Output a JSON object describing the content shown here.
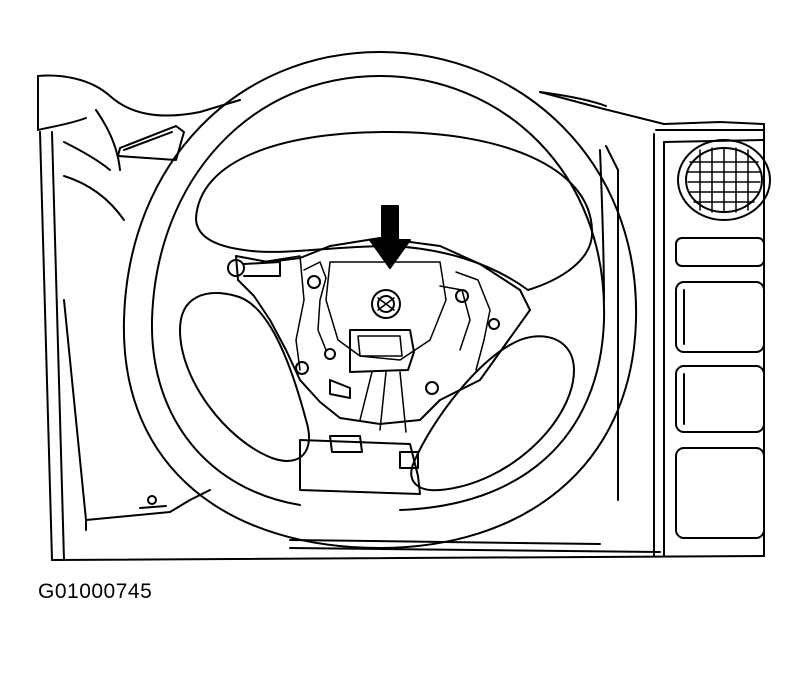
{
  "figure": {
    "id_label": "G01000745",
    "subject": "steering-wheel-with-airbag-removed",
    "indicator": "down-arrow",
    "colors": {
      "line": "#000000",
      "background": "#ffffff"
    }
  }
}
